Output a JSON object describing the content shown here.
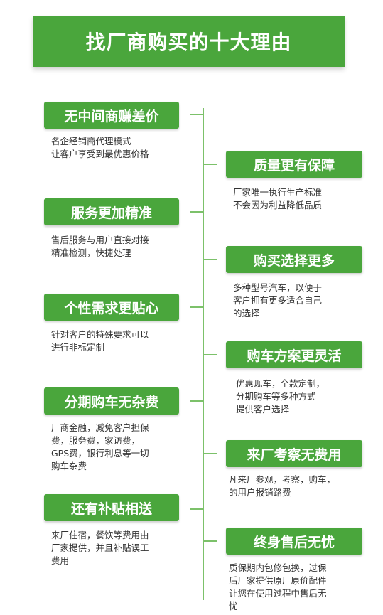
{
  "title": "找厂商购买的十大理由",
  "left": [
    {
      "label": "无中间商赚差价",
      "desc": "名企经销商代理模式\n让客户享受到最优惠价格"
    },
    {
      "label": "服务更加精准",
      "desc": "售后服务与用户直接对接\n精准检测，快捷处理"
    },
    {
      "label": "个性需求更贴心",
      "desc": "针对客户的特殊要求可以\n进行非标定制"
    },
    {
      "label": "分期购车无杂费",
      "desc": "厂商金融，减免客户担保\n费，服务费，家访费，\nGPS费，银行利息等一切\n购车杂费"
    },
    {
      "label": "还有补贴相送",
      "desc": "来厂住宿，餐饮等费用由\n厂家提供，并且补贴误工\n费用"
    }
  ],
  "right": [
    {
      "label": "质量更有保障",
      "desc": "厂家唯一执行生产标准\n不会因为利益降低品质"
    },
    {
      "label": "购买选择更多",
      "desc": "多种型号汽车，以便于\n客户拥有更多适合自己\n的选择"
    },
    {
      "label": "购车方案更灵活",
      "desc": "优惠现车，全款定制，\n分期购车等多种方式\n提供客户选择"
    },
    {
      "label": "来厂考察无费用",
      "desc": "凡来厂参观，考察，购车，\n的用户报销路费"
    },
    {
      "label": "终身售后无忧",
      "desc": "质保期内包修包换，过保\n后厂家提供原厂原价配件\n让您在使用过程中售后无\n忧"
    }
  ]
}
